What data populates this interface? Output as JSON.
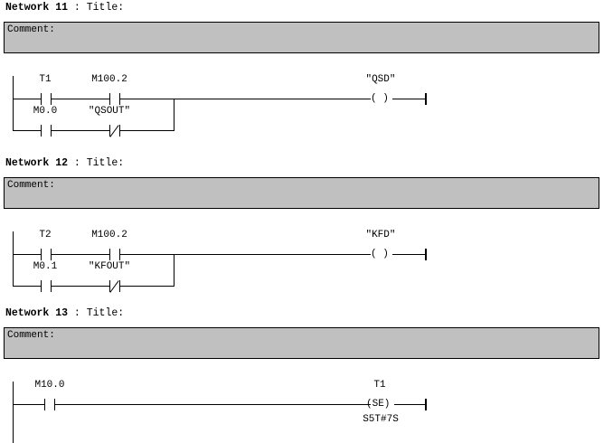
{
  "document": {
    "type": "plc-ladder-diagram",
    "language": "LAD",
    "comment_box_color": "#c0c0c0",
    "line_color": "#000000",
    "background_color": "#ffffff"
  },
  "networks": [
    {
      "label": "Network 11",
      "separator": " : ",
      "title": "Title:",
      "comment": "Comment:",
      "rungs": {
        "branches": [
          {
            "contacts": [
              {
                "name": "T1",
                "type": "NO"
              },
              {
                "name": "M100.2",
                "type": "NO"
              }
            ]
          },
          {
            "contacts": [
              {
                "name": "M0.0",
                "type": "NO"
              },
              {
                "name": "\"QSOUT\"",
                "type": "NC"
              }
            ]
          }
        ],
        "output": {
          "name": "\"QSD\"",
          "type": "coil",
          "glyph": "( )"
        }
      }
    },
    {
      "label": "Network 12",
      "separator": " : ",
      "title": "Title:",
      "comment": "Comment:",
      "rungs": {
        "branches": [
          {
            "contacts": [
              {
                "name": "T2",
                "type": "NO"
              },
              {
                "name": "M100.2",
                "type": "NO"
              }
            ]
          },
          {
            "contacts": [
              {
                "name": "M0.1",
                "type": "NO"
              },
              {
                "name": "\"KFOUT\"",
                "type": "NC"
              }
            ]
          }
        ],
        "output": {
          "name": "\"KFD\"",
          "type": "coil",
          "glyph": "( )"
        }
      }
    },
    {
      "label": "Network 13",
      "separator": " : ",
      "title": "Title:",
      "comment": "Comment:",
      "rungs": {
        "branches": [
          {
            "contacts": [
              {
                "name": "M10.0",
                "type": "NO"
              }
            ]
          }
        ],
        "output": {
          "name": "T1",
          "type": "timer-coil",
          "glyph": "(SE)",
          "preset": "S5T#7S"
        }
      }
    }
  ]
}
